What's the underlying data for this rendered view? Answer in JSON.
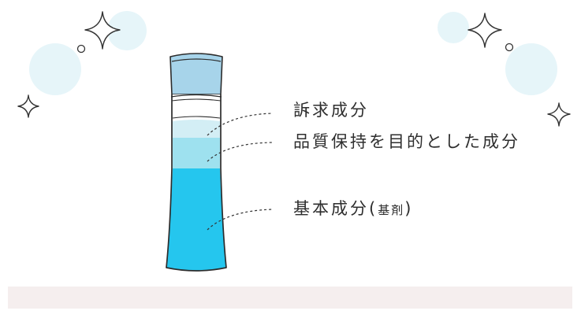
{
  "labels": {
    "appeal": "訴求成分",
    "quality": "品質保持を目的とした成分",
    "base_main": "基本成分(",
    "base_sub": "基剤",
    "base_close": ")"
  },
  "colors": {
    "cap": "#a7d4ea",
    "layer_top": "#d3eef5",
    "layer_mid": "#9ee1ef",
    "layer_base": "#25c6ee",
    "outline": "#2c2c2c",
    "bubble": "#e6f5f9",
    "floor": "#f5eeee"
  },
  "icons": [
    "sparkle-icon",
    "sparkle-icon",
    "sparkle-icon",
    "sparkle-icon",
    "bubble-icon"
  ]
}
